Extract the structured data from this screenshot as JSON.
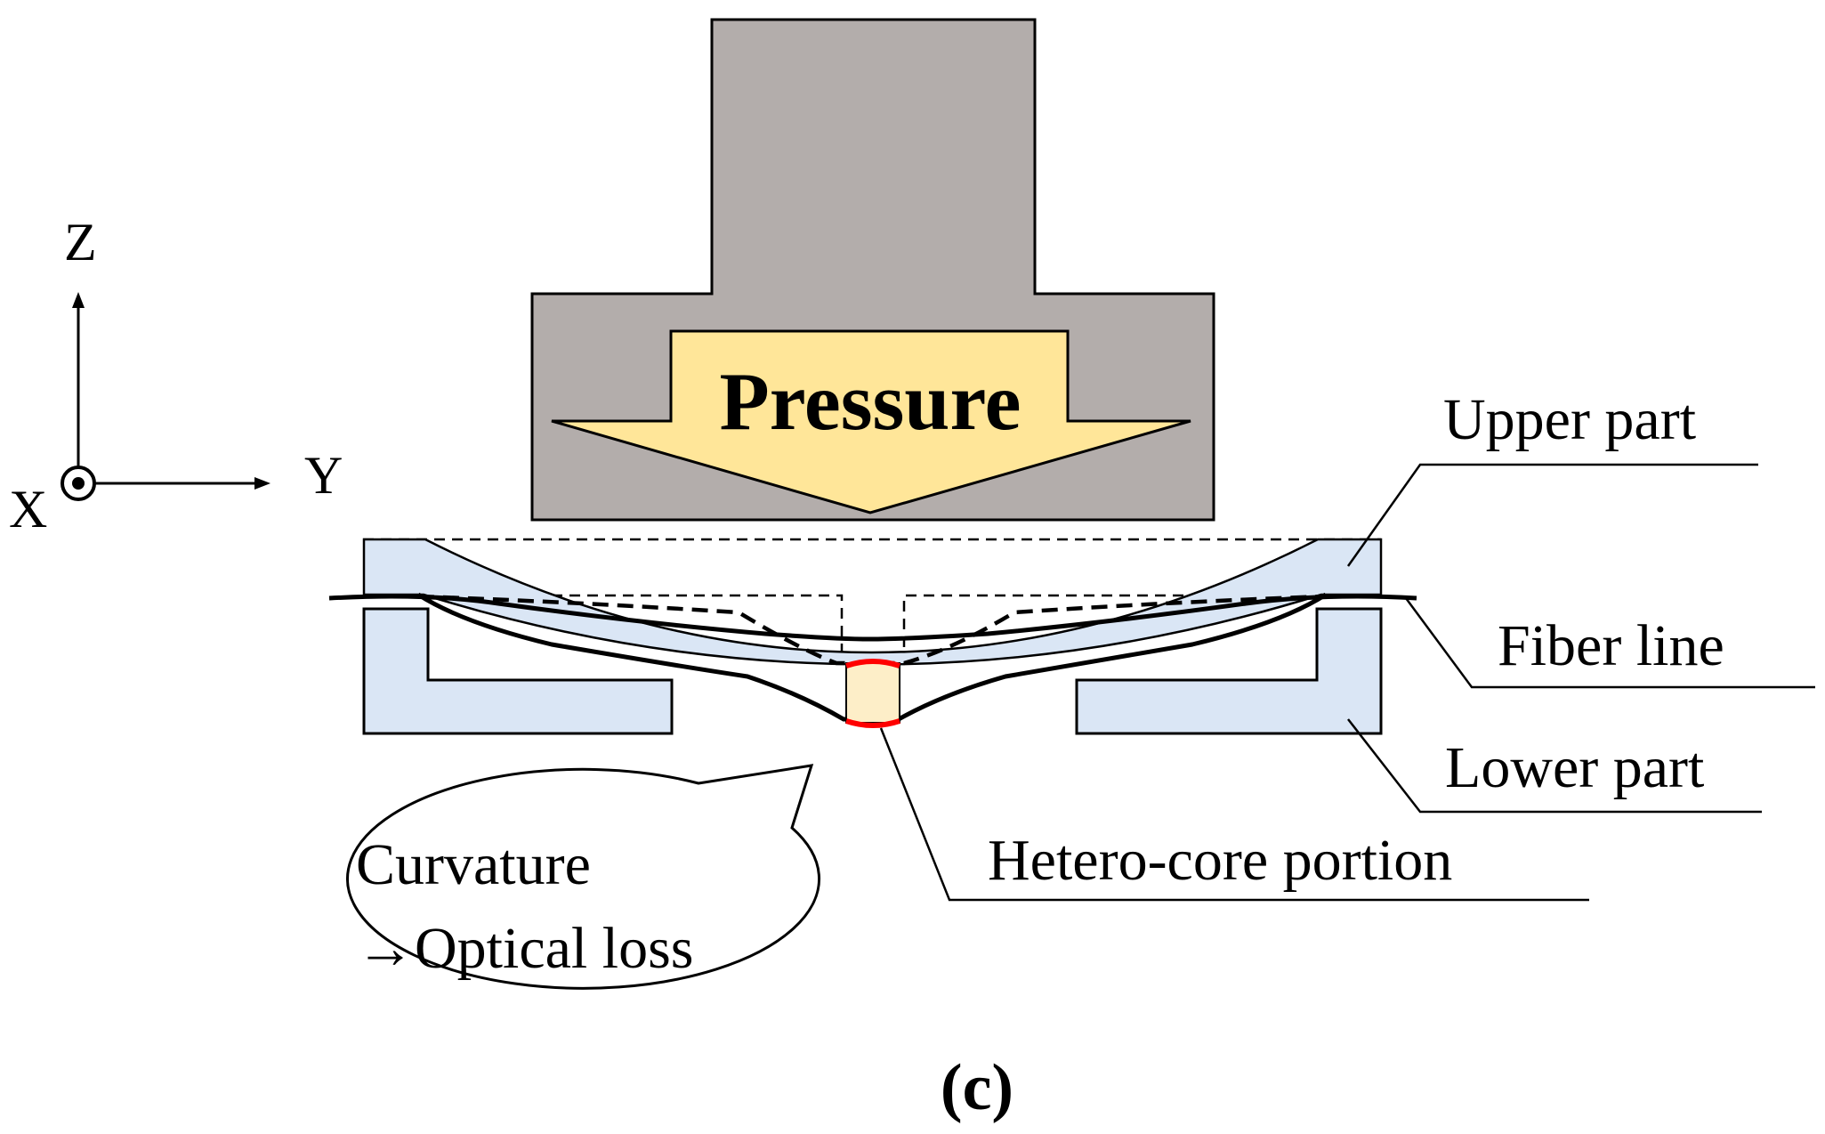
{
  "axes": {
    "z_label": "Z",
    "y_label": "Y",
    "x_label": "X"
  },
  "pressure_label": "Pressure",
  "labels": {
    "upper_part": "Upper part",
    "fiber_line": "Fiber line",
    "lower_part": "Lower part",
    "hetero_core": "Hetero-core portion"
  },
  "bubble": {
    "line1": "Curvature",
    "line2": "→Optical loss"
  },
  "caption": "(c)",
  "colors": {
    "press_block": "#b3adab",
    "arrow_fill": "#ffe699",
    "part_fill": "#dae6f5",
    "hetero_fill": "#fdeec8",
    "hetero_edge": "#ff0000",
    "outline": "#000000"
  }
}
